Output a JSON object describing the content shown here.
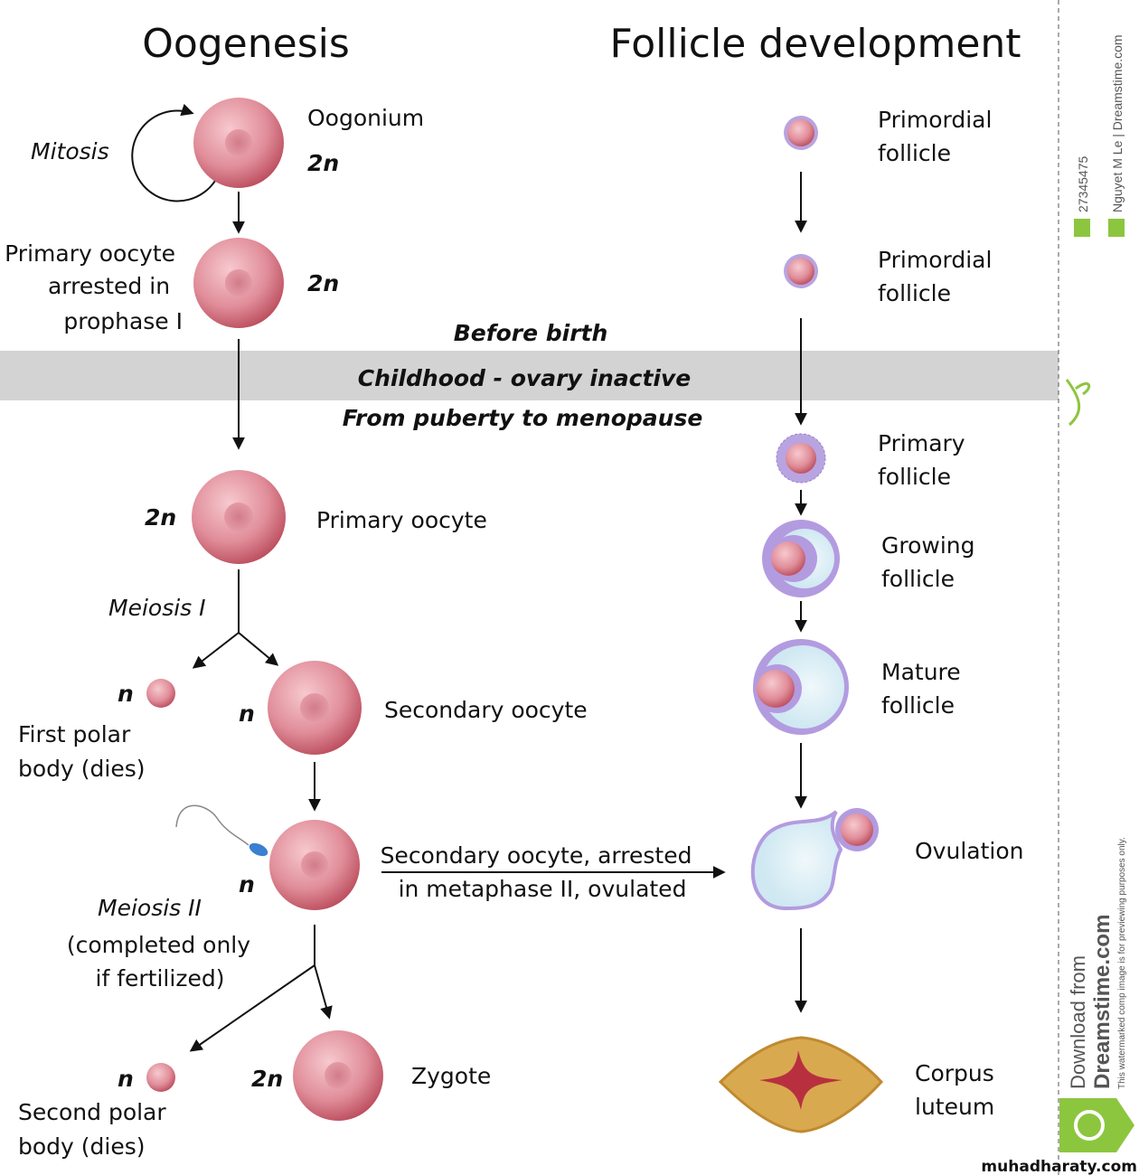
{
  "titles": {
    "left": "Oogenesis",
    "right": "Follicle development"
  },
  "band": {
    "before": "Before birth",
    "childhood": "Childhood -  ovary inactive",
    "puberty": "From puberty to menopause",
    "color": "#d3d3d3"
  },
  "oogenesis": {
    "mitosis": "Mitosis",
    "oogonium": "Oogonium",
    "oogonium_ploidy": "2n",
    "primary_arrested": [
      "Primary oocyte",
      "arrested in",
      "prophase I"
    ],
    "primary_arrested_ploidy": "2n",
    "primary_oocyte": "Primary oocyte",
    "primary_oocyte_ploidy": "2n",
    "meiosis1": "Meiosis I",
    "first_polar": [
      "First polar",
      "body (dies)"
    ],
    "first_polar_ploidy": "n",
    "secondary_oocyte": "Secondary oocyte",
    "secondary_ploidy": "n",
    "fertilized_ploidy": "n",
    "ovulated": [
      "Secondary oocyte, arrested",
      "in metaphase II, ovulated"
    ],
    "meiosis2": [
      "Meiosis II",
      "(completed only",
      "if fertilized)"
    ],
    "second_polar": [
      "Second polar",
      "body (dies)"
    ],
    "second_polar_ploidy": "n",
    "zygote": "Zygote",
    "zygote_ploidy": "2n"
  },
  "follicle": {
    "primordial1": [
      "Primordial",
      "follicle"
    ],
    "primordial2": [
      "Primordial",
      "follicle"
    ],
    "primary": [
      "Primary",
      "follicle"
    ],
    "growing": [
      "Growing",
      "follicle"
    ],
    "mature": [
      "Mature",
      "follicle"
    ],
    "ovulation": "Ovulation",
    "corpus": [
      "Corpus",
      "luteum"
    ]
  },
  "watermark": {
    "id": "27345475",
    "author": "Nguyet M Le  | Dreamstime.com",
    "download": "Download from",
    "brand": "Dreamstime.com",
    "notice": "This watermarked comp image is for previewing purposes only.",
    "footer": "muhadharaty.com",
    "accent": "#8cc63f"
  },
  "colors": {
    "cell": "#d66b7a",
    "follicle": "#a98fd6",
    "fluid": "#ddf0f7",
    "corpus": "#d9a94f",
    "corpus_core": "#b8303f"
  }
}
